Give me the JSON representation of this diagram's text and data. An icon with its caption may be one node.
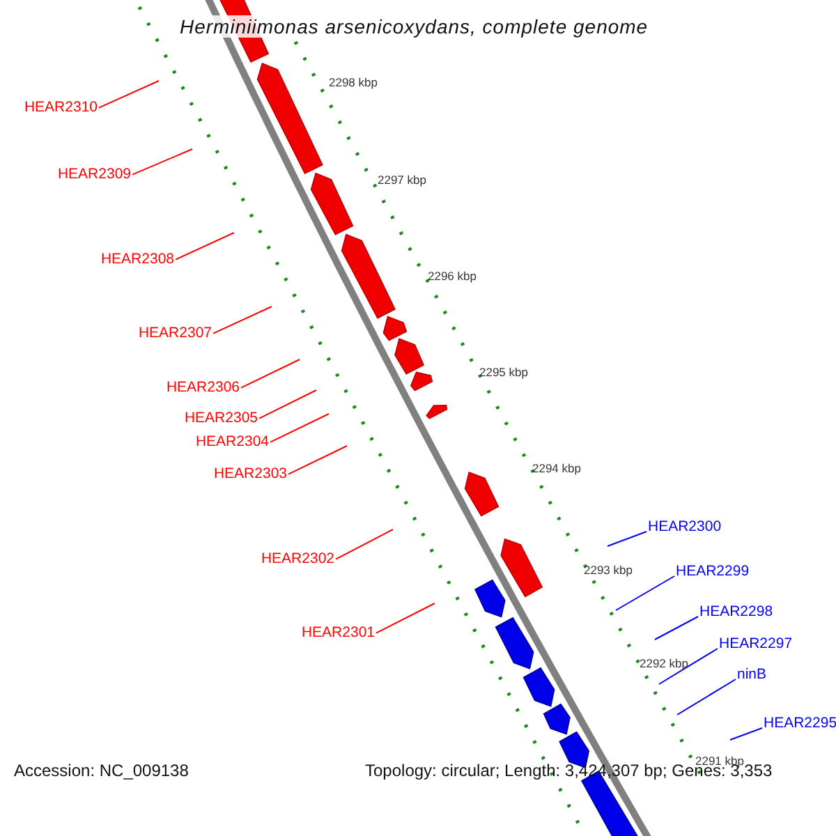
{
  "diagram": {
    "title": "Herminiimonas arsenicoxydans, complete genome",
    "nodes": [
      {
        "text": [
          "HEAR2310"
        ]
      },
      {
        "text": [
          "HEAR2309"
        ]
      },
      {
        "text": [
          "HEAR2308"
        ]
      },
      {
        "text": [
          "HEAR2307"
        ]
      },
      {
        "text": [
          "HEAR2306"
        ]
      },
      {
        "text": [
          "HEAR2305"
        ]
      },
      {
        "text": [
          "HEAR2304"
        ]
      },
      {
        "text": [
          "HEAR2303"
        ]
      },
      {
        "text": [
          "HEAR2302"
        ]
      },
      {
        "text": [
          "HEAR2301"
        ]
      },
      {
        "text": [
          "HEAR2300"
        ]
      },
      {
        "text": [
          "HEAR2299"
        ]
      },
      {
        "text": [
          "HEAR2298"
        ]
      },
      {
        "text": [
          "HEAR2297"
        ]
      },
      {
        "text": [
          "ninB"
        ]
      },
      {
        "text": [
          "HEAR2295"
        ]
      }
    ],
    "edges": [
      {
        "from": 0,
        "to": null,
        "arrow": "none"
      },
      {
        "from": 1,
        "to": null,
        "arrow": "none"
      },
      {
        "from": 2,
        "to": null,
        "arrow": "none"
      },
      {
        "from": 3,
        "to": null,
        "arrow": "none"
      },
      {
        "from": 4,
        "to": null,
        "arrow": "none"
      },
      {
        "from": 5,
        "to": null,
        "arrow": "none"
      },
      {
        "from": 6,
        "to": null,
        "arrow": "none"
      },
      {
        "from": 7,
        "to": null,
        "arrow": "none"
      },
      {
        "from": 8,
        "to": null,
        "arrow": "none"
      },
      {
        "from": 9,
        "to": null,
        "arrow": "none"
      },
      {
        "from": 10,
        "to": null,
        "arrow": "none",
        "color": "#0000ff"
      },
      {
        "from": 11,
        "to": null,
        "arrow": "none",
        "color": "#0000ff"
      },
      {
        "from": 12,
        "to": null,
        "arrow": "none",
        "color": "#0000ff"
      },
      {
        "from": 13,
        "to": null,
        "arrow": "none",
        "color": "#0000ff"
      },
      {
        "from": 14,
        "to": null,
        "arrow": "none",
        "color": "#0000ff"
      },
      {
        "from": 15,
        "to": null,
        "arrow": "none",
        "color": "#0000ff"
      }
    ],
    "labels": [
      "2298 kbp",
      "2297 kbp",
      "2296 kbp",
      "2295 kbp",
      "2294 kbp",
      "2293 kbp",
      "2292 kbp",
      "2291 kbp",
      "Accession: NC_009138",
      "Topology: circular; Length: 3,424,307 bp; Genes: 3,353"
    ]
  }
}
